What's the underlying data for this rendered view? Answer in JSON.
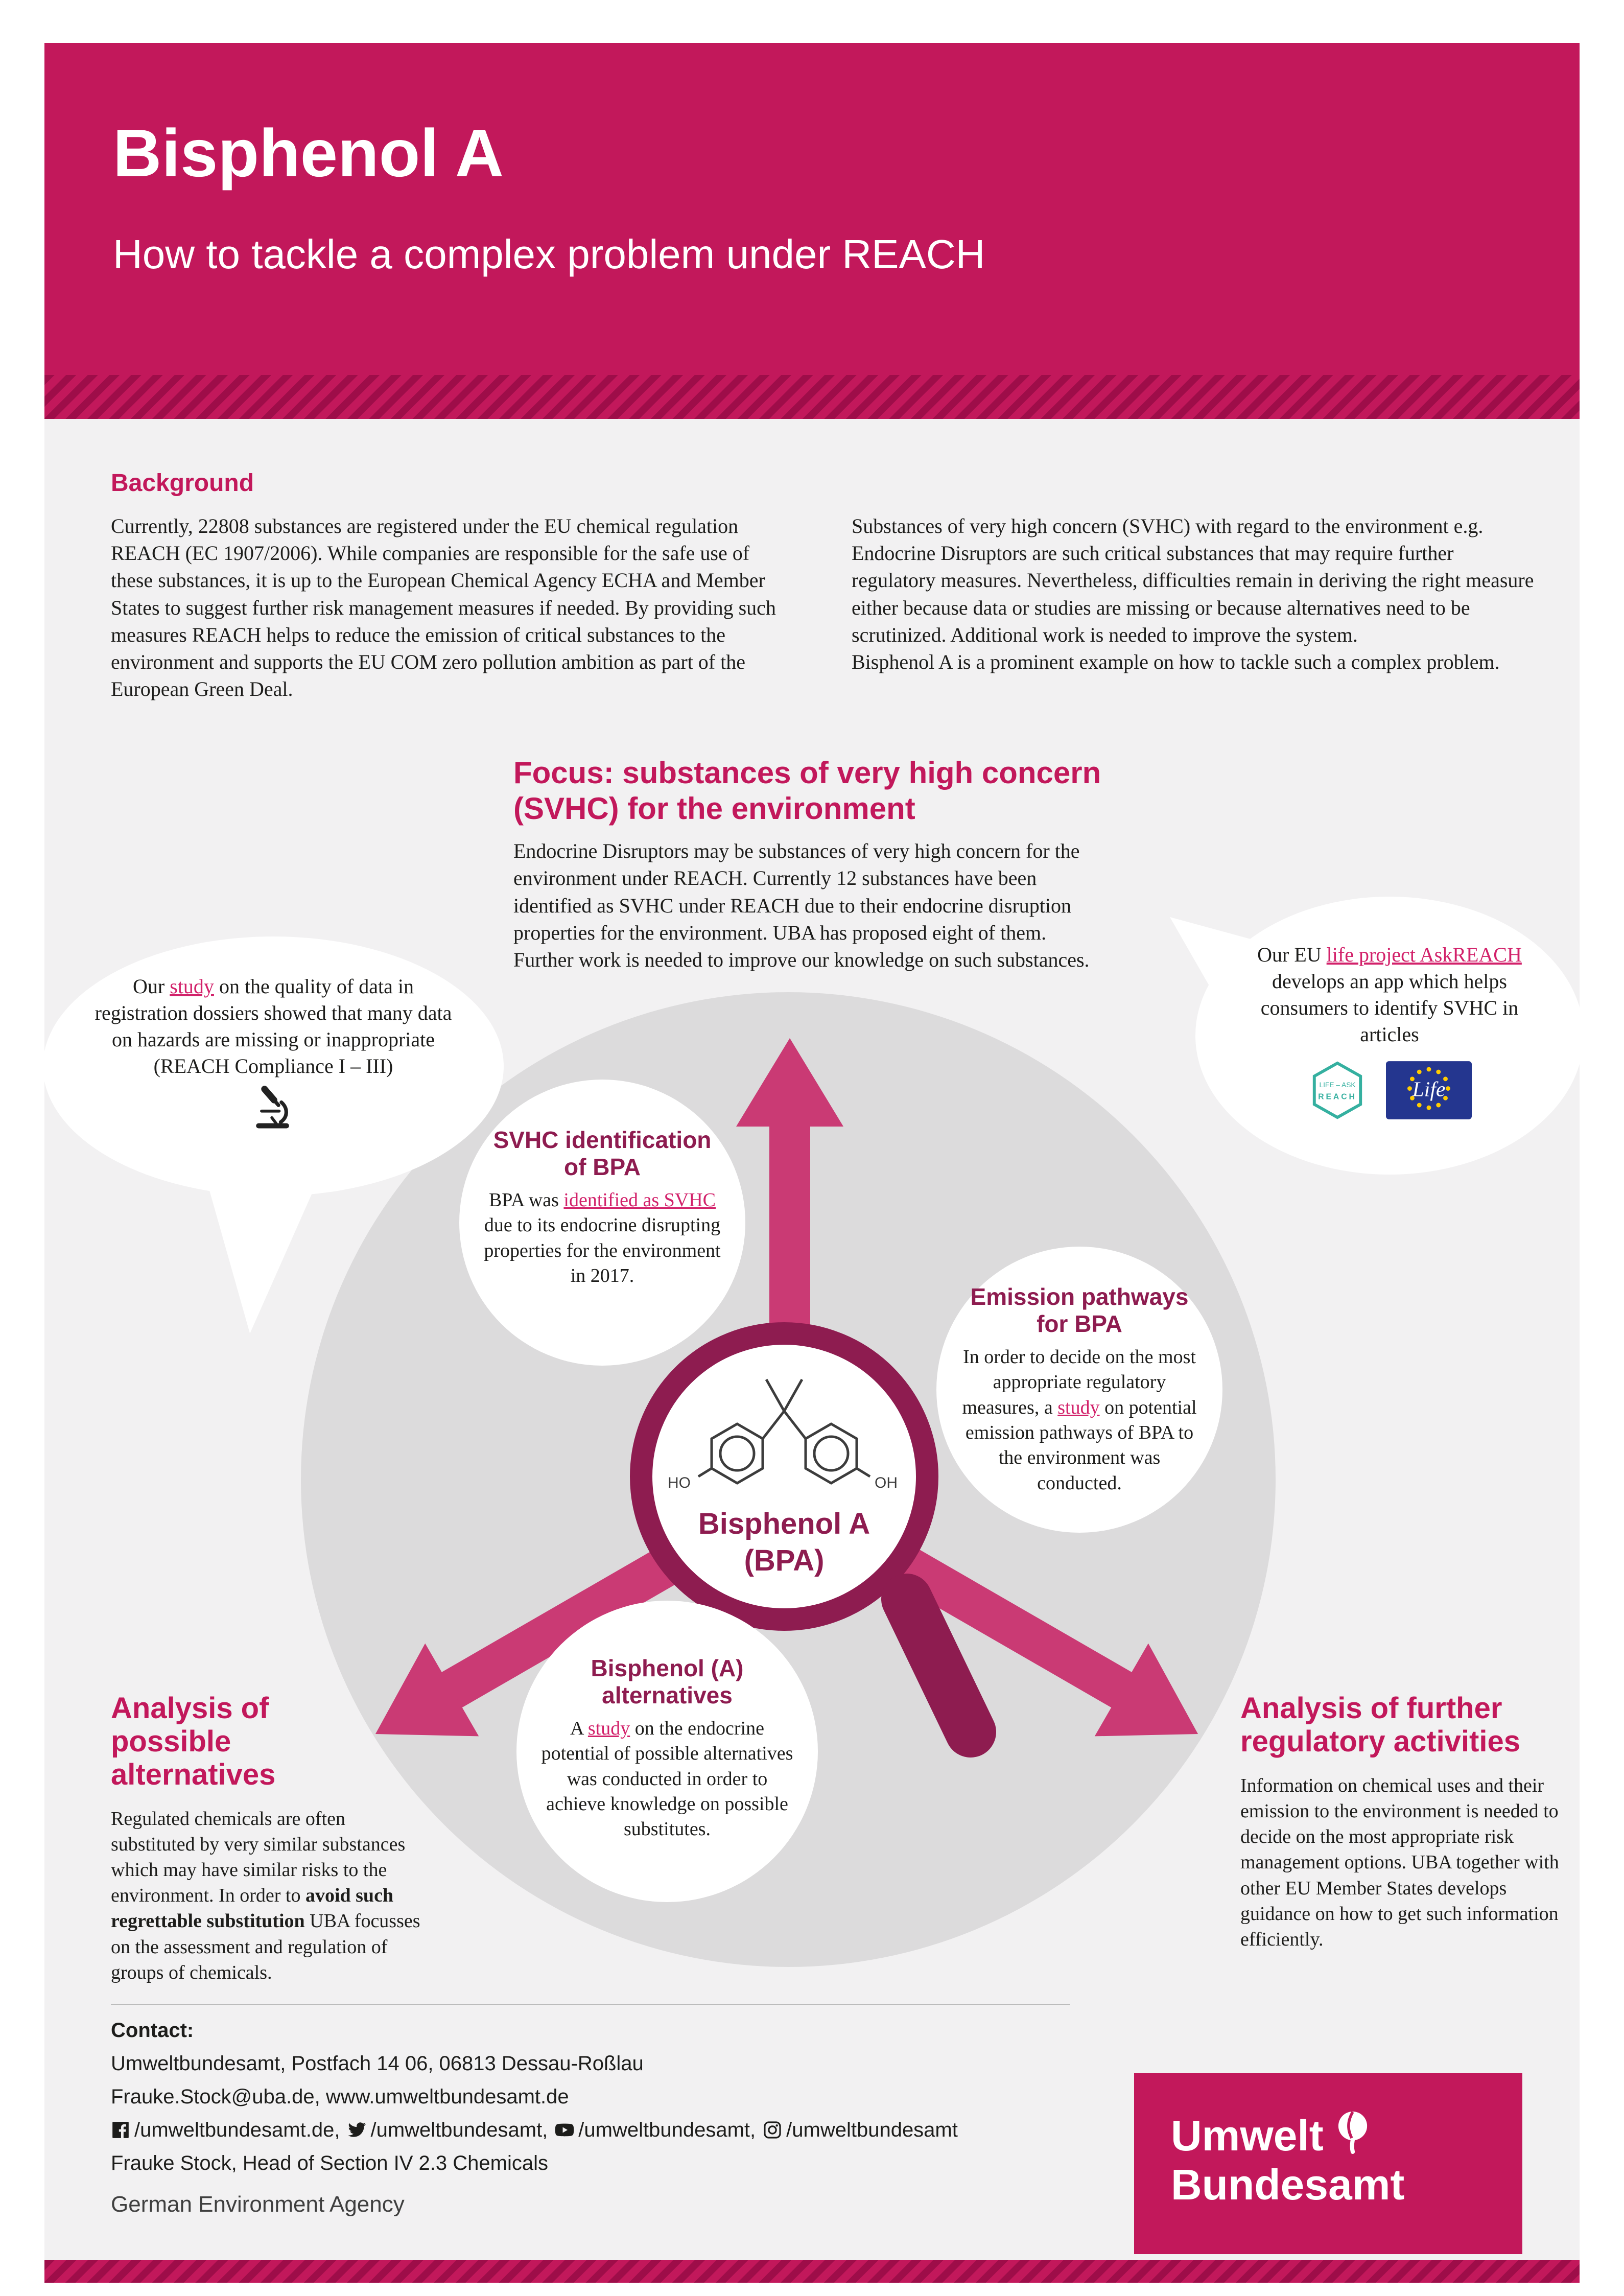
{
  "colors": {
    "magenta": "#c2185b",
    "maroon": "#8e1c50",
    "arrow_pink": "#ca3a74",
    "link_pink": "#d2216a",
    "gray_circle": "#dcdbdc",
    "content_background": "#f2f1f2",
    "teal": "#35b0a0",
    "eu_blue": "#24368f",
    "star_yellow": "#ffcc00",
    "ink": "#1d1d1b"
  },
  "header": {
    "title": "Bisphenol A",
    "subtitle": "How to tackle a complex problem under REACH"
  },
  "background": {
    "heading": "Background",
    "col1": "Currently, 22808 substances are registered under the EU chemical regulation REACH (EC 1907/2006). While companies are responsible for the safe use of these substances, it is up to the European Chemical Agency ECHA and Member States to suggest further risk management measures if needed. By providing such measures REACH helps to reduce the emission of critical substances to the environment and supports the EU COM zero pollution ambition as part of the European Green Deal.",
    "col2_p1": "Substances of very high concern (SVHC) with regard to the environment e.g. Endocrine Disruptors are such critical substances that may require further regulatory measures. Nevertheless, difficulties remain in deriving the right measure either because data or studies are missing or because alternatives need to be scrutinized. Additional work is needed to improve the system.",
    "col2_p2": "Bisphenol A is a prominent example on how to tackle such a complex problem."
  },
  "focus": {
    "heading": "Focus: substances of very high concern (SVHC) for the environment",
    "body": "Endocrine Disruptors may be substances of very high concern for the environment under REACH. Currently 12 substances have been identified as SVHC under REACH  due to their endocrine disruption properties for the environment. UBA has proposed eight of them.  Further work is needed to improve our knowledge on such substances."
  },
  "study_bubble": {
    "pre": "Our ",
    "link": "study",
    "post": " on the quality of data in registration dossiers showed that many data on hazards are missing or inappropriate (REACH Compliance I – III)"
  },
  "askreach_bubble": {
    "pre": "Our EU ",
    "link": "life project AskREACH",
    "post": " develops an app which helps consumers to identify SVHC in articles",
    "life_ask_logo_line1": "LIFE – ASK",
    "life_ask_logo_line2": "REACH",
    "eu_life_logo_text": "Life"
  },
  "magnifier": {
    "label_line1": "Bisphenol A",
    "label_line2": "(BPA)",
    "ho": "HO",
    "oh": "OH"
  },
  "svhc_circle": {
    "heading": "SVHC identification of BPA",
    "pre": "BPA was ",
    "link": "identified as SVHC",
    "post": " due to its endocrine disrupting properties for the environment in 2017."
  },
  "emission_circle": {
    "heading": "Emission pathways for BPA",
    "pre": "In order to decide on the most appropriate regulatory measures, a ",
    "link": "study",
    "post": " on potential emission pathways of BPA to the environment was  conducted."
  },
  "alternatives_circle": {
    "heading": "Bisphenol (A) alternatives",
    "pre": "A ",
    "link": "study",
    "post": " on the endocrine potential of possible alternatives was conducted in order to achieve knowledge on possible substitutes."
  },
  "analysis_left": {
    "heading": "Analysis of possible alternatives",
    "body_pre": "Regulated chemicals are often substituted by very similar substances which may have similar risks to the environment. In order to ",
    "body_bold": "avoid such regrettable substitution",
    "body_post": " UBA focusses on the assessment and regulation of groups of chemicals."
  },
  "analysis_right": {
    "heading": "Analysis of further regulatory activities",
    "body": "Information on chemical uses and their emission to the environment is needed to decide on the most appropriate risk management options. UBA together with other EU Member States develops guidance on how  to get such information efficiently."
  },
  "footer": {
    "contact_label": "Contact:",
    "address": "Umweltbundesamt, Postfach 14 06, 06813 Dessau-Roßlau",
    "email_web": "Frauke.Stock@uba.de, www.umweltbundesamt.de",
    "social": [
      {
        "network": "facebook",
        "handle": "/umweltbundesamt.de,"
      },
      {
        "network": "twitter",
        "handle": "/umweltbundesamt,"
      },
      {
        "network": "youtube",
        "handle": "/umweltbundesamt,"
      },
      {
        "network": "instagram",
        "handle": "/umweltbundesamt"
      }
    ],
    "person": "Frauke Stock, Head of Section IV 2.3 Chemicals",
    "agency": "German Environment Agency"
  },
  "logo": {
    "line1": "Umwelt",
    "line2": "Bundesamt"
  }
}
